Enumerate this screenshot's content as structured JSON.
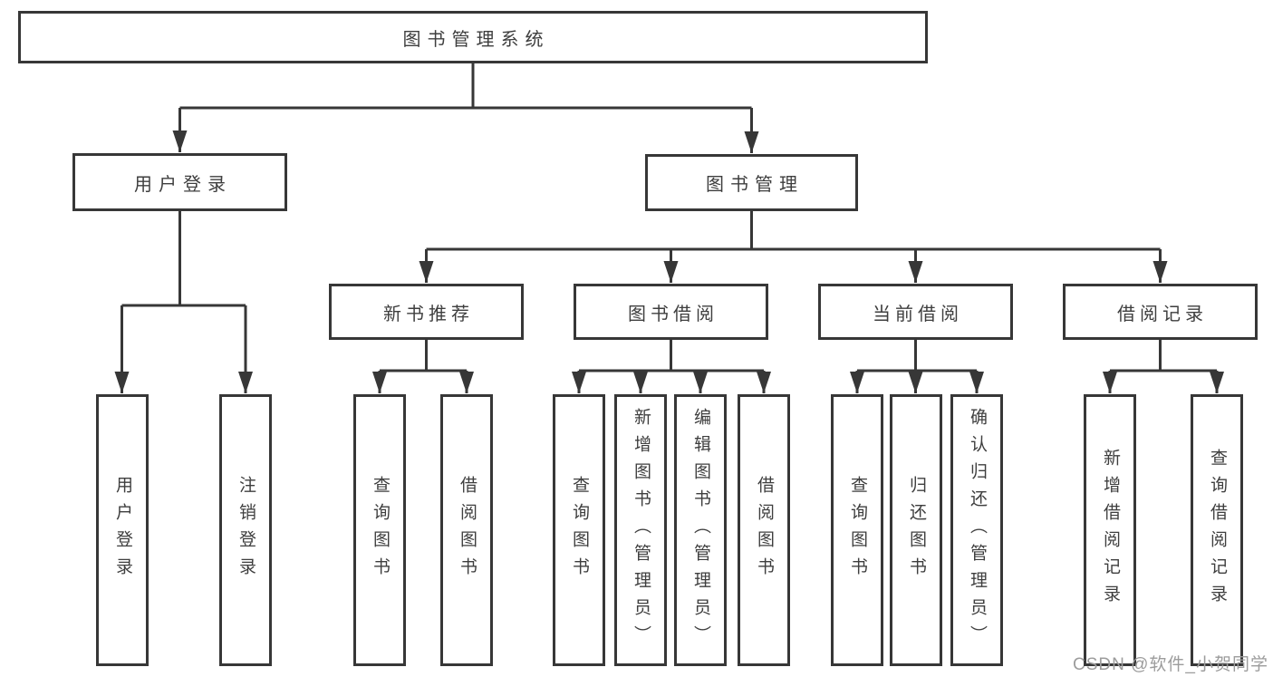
{
  "tree": {
    "label": "图书管理系统",
    "children": [
      {
        "label": "用户登录",
        "children": [
          {
            "label": "用户登录"
          },
          {
            "label": "注销登录"
          }
        ]
      },
      {
        "label": "图书管理",
        "children": [
          {
            "label": "新书推荐",
            "children": [
              {
                "label": "查询图书"
              },
              {
                "label": "借阅图书"
              }
            ]
          },
          {
            "label": "图书借阅",
            "children": [
              {
                "label": "查询图书"
              },
              {
                "label": "新增图书（管理员）"
              },
              {
                "label": "编辑图书（管理员）"
              },
              {
                "label": "借阅图书"
              }
            ]
          },
          {
            "label": "当前借阅",
            "children": [
              {
                "label": "查询图书"
              },
              {
                "label": "归还图书"
              },
              {
                "label": "确认归还（管理员）"
              }
            ]
          },
          {
            "label": "借阅记录",
            "children": [
              {
                "label": "新增借阅记录"
              },
              {
                "label": "查询借阅记录"
              }
            ]
          }
        ]
      }
    ]
  },
  "watermark": "CSDN @软件_小贺同学",
  "colors": {
    "line": "#373737",
    "box_border": "#373737",
    "text": "#3e3e3e",
    "watermark": "#9c9c9c",
    "background": "#ffffff"
  }
}
